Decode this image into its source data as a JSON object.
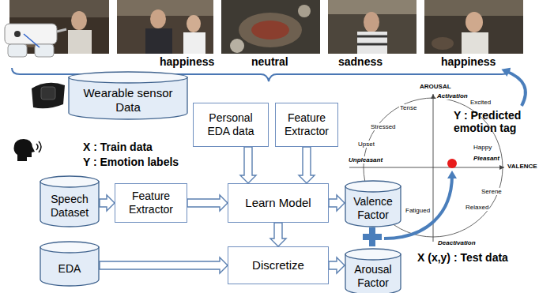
{
  "diagram": {
    "nodes": [
      {
        "text": [
          "Wearable sensor Data"
        ]
      },
      {
        "text": [
          "Personal EDA data"
        ]
      },
      {
        "text": [
          "Feature Extractor"
        ]
      },
      {
        "text": [
          "Speech Dataset"
        ]
      },
      {
        "text": [
          "Feature Extractor"
        ]
      },
      {
        "text": [
          "Learn Model"
        ]
      },
      {
        "text": [
          "Valence Factor"
        ]
      },
      {
        "text": [
          "EDA"
        ]
      },
      {
        "text": [
          "Discretize"
        ]
      },
      {
        "text": [
          "Arousal Factor"
        ]
      }
    ],
    "edges": [
      {
        "from": 1,
        "to": 5,
        "arrow": "to"
      },
      {
        "from": 2,
        "to": 5,
        "arrow": "to"
      },
      {
        "from": 3,
        "to": 4,
        "arrow": "to"
      },
      {
        "from": 4,
        "to": 5,
        "arrow": "to"
      },
      {
        "from": 5,
        "to": 6,
        "arrow": "to"
      },
      {
        "from": 5,
        "to": 8,
        "arrow": "to"
      },
      {
        "from": 7,
        "to": 8,
        "arrow": "to"
      },
      {
        "from": 8,
        "to": 9,
        "arrow": "to"
      }
    ],
    "labels": [
      "happiness",
      "neutral",
      "sadness",
      "happiness",
      "X : Train data",
      "Y : Emotion labels",
      "Y : Predicted emotion tag",
      "X (x,y) : Test data",
      "AROUSAL",
      "Activation",
      "Tense",
      "Excited",
      "Stressed",
      "Happy",
      "Upset",
      "Unpleasant",
      "Pleasant",
      "VALENCE",
      "Serene",
      "Relaxed",
      "Fatigued",
      "Deactivation"
    ]
  }
}
